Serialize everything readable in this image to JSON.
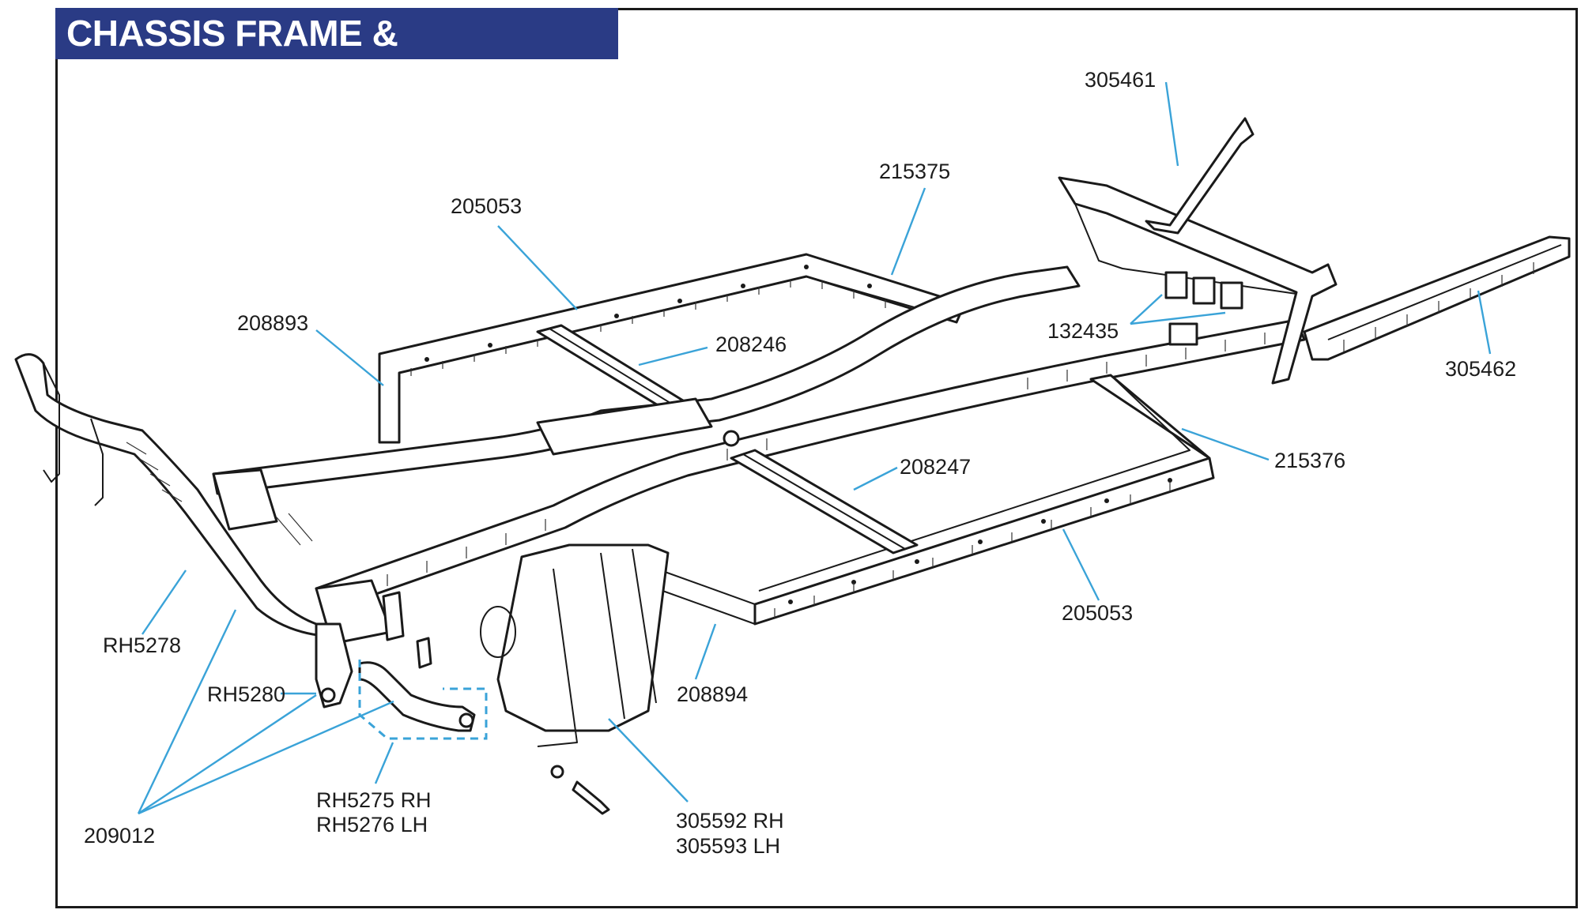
{
  "title": "CHASSIS FRAME & OUTRIGGERS",
  "colors": {
    "banner_background": "#2a3b85",
    "banner_text": "#ffffff",
    "leader_lines": "#3aa3d8",
    "line_art": "#1a1a1a"
  },
  "labels": {
    "p305461": "305461",
    "p215375": "215375",
    "p205053_top": "205053",
    "p208893": "208893",
    "p208246": "208246",
    "p132435": "132435",
    "p305462": "305462",
    "p215376": "215376",
    "p208247": "208247",
    "p205053_bottom": "205053",
    "pRH5278": "RH5278",
    "pRH5280": "RH5280",
    "p208894": "208894",
    "pRH5275": "RH5275 RH",
    "pRH5276": "RH5276 LH",
    "p209012": "209012",
    "p305592": "305592 RH",
    "p305593": "305593 LH"
  }
}
